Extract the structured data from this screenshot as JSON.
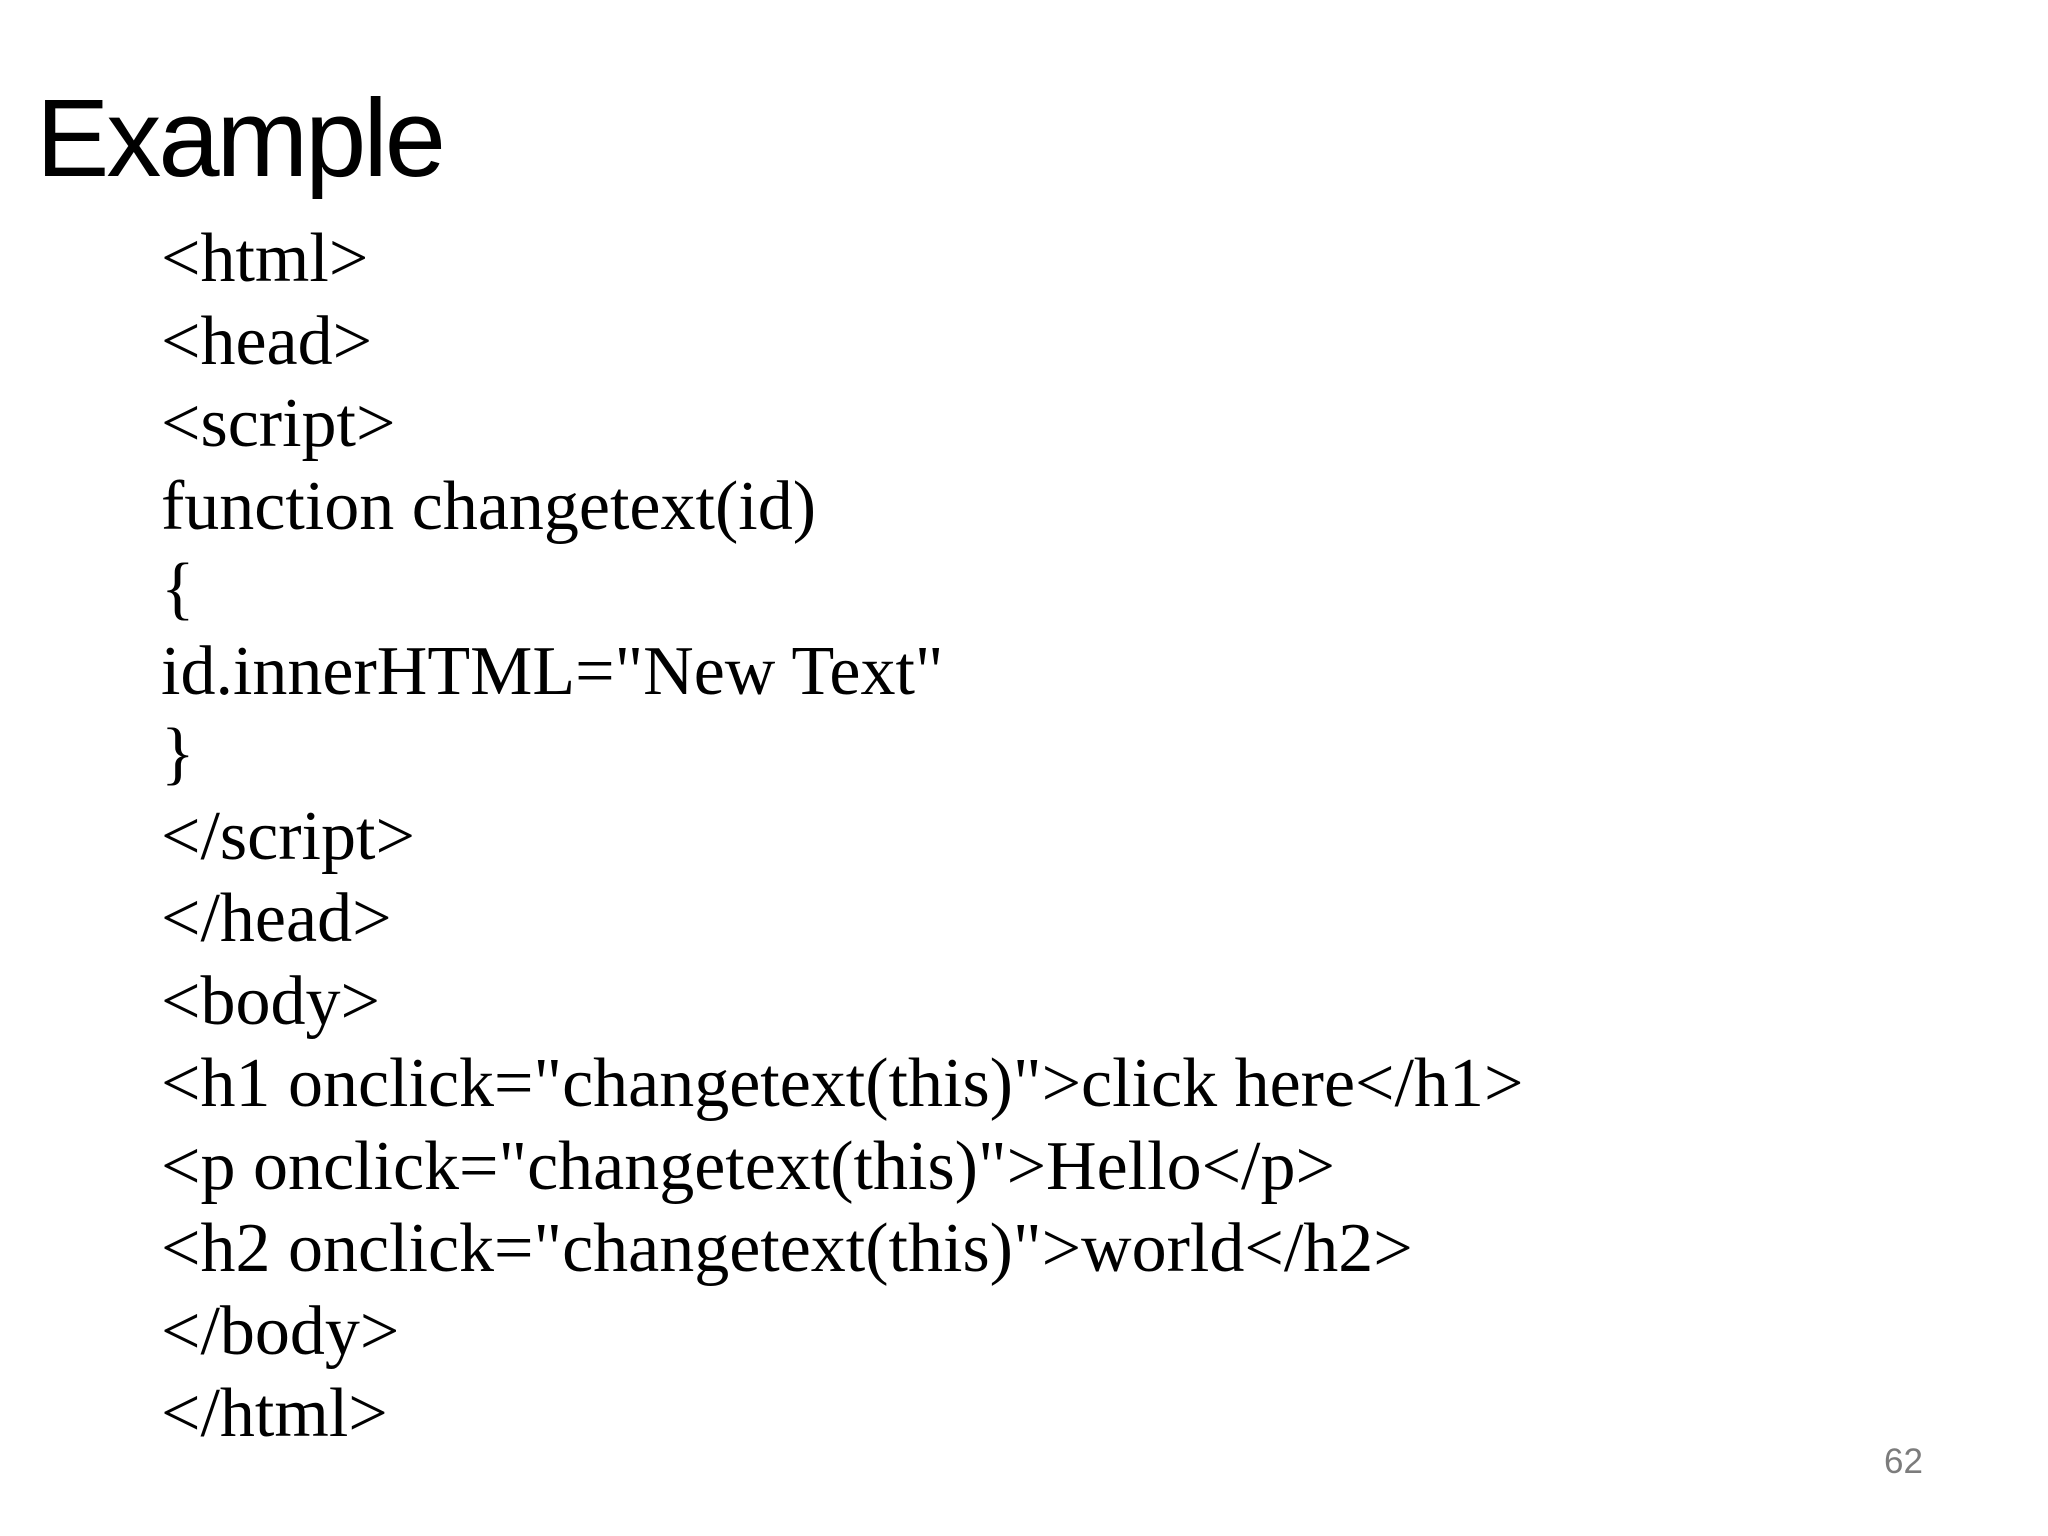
{
  "slide": {
    "title": "Example",
    "page_number": "62",
    "background_color": "#ffffff",
    "title_color": "#000000",
    "code_color": "#000000",
    "page_number_color": "#7c7c7c"
  },
  "code": {
    "lines": [
      "<html>",
      "<head>",
      "<script>",
      "function changetext(id)",
      "{",
      "id.innerHTML=\"New Text\"",
      "}",
      "</script>",
      "</head>",
      "<body>",
      "<h1 onclick=\"changetext(this)\">click here</h1>",
      "<p onclick=\"changetext(this)\">Hello</p>",
      "<h2 onclick=\"changetext(this)\">world</h2>",
      "</body>",
      "</html>"
    ]
  }
}
